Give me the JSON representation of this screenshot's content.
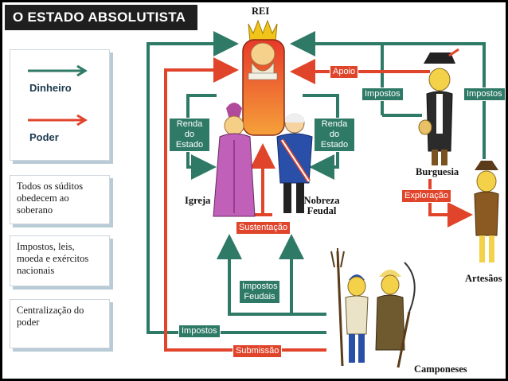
{
  "title": "O ESTADO ABSOLUTISTA",
  "legend": {
    "money": {
      "label": "Dinheiro",
      "color": "#2f7a67"
    },
    "power": {
      "label": "Poder",
      "color": "#e0452c"
    }
  },
  "boxes": [
    "Todos os súditos obedecem ao soberano",
    "Impostos, leis, moeda e exércitos nacionais",
    "Centralização do poder"
  ],
  "actors": {
    "king": "REI",
    "church": "Igreja",
    "nobility": "Nobreza Feudal",
    "bourgeoisie": "Burguesia",
    "artisans": "Artesãos",
    "peasants": "Camponeses"
  },
  "flows": {
    "apoio": "Apoio",
    "impostos_left": "Impostos",
    "impostos_right": "Impostos",
    "renda_left": "Renda do Estado",
    "renda_right": "Renda do Estado",
    "exploracao": "Exploração",
    "sustentacao": "Sustentação",
    "impostos_feudais": "Impostos Feudais",
    "impostos_bottom": "Impostos",
    "submissao": "Submissão"
  }
}
